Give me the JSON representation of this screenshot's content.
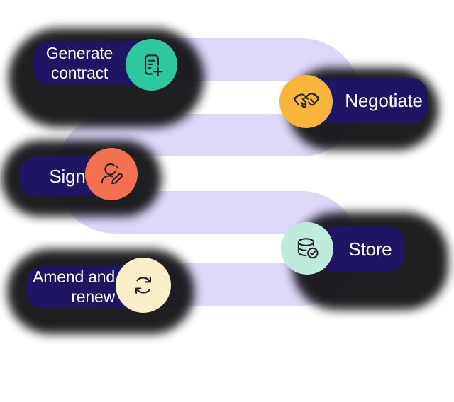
{
  "diagram": {
    "type": "process-flow",
    "steps": [
      {
        "label": "Generate contract",
        "icon": "document-plus-icon",
        "circle_color": "#2EC79E"
      },
      {
        "label": "Negotiate",
        "icon": "handshake-icon",
        "circle_color": "#F7B63B"
      },
      {
        "label": "Sign",
        "icon": "person-signature-icon",
        "circle_color": "#F3714E"
      },
      {
        "label": "Store",
        "icon": "database-check-icon",
        "circle_color": "#BFEBDC"
      },
      {
        "label": "Amend and renew",
        "icon": "refresh-cycle-icon",
        "circle_color": "#F8EEC7"
      }
    ]
  },
  "colors": {
    "background": "#FFFFFF",
    "pill": "#1E1564",
    "path": "#DDD7F8",
    "label_text": "#FFFFFF",
    "icon_stroke": "#23232E",
    "shadow": "#0D0D0F"
  }
}
